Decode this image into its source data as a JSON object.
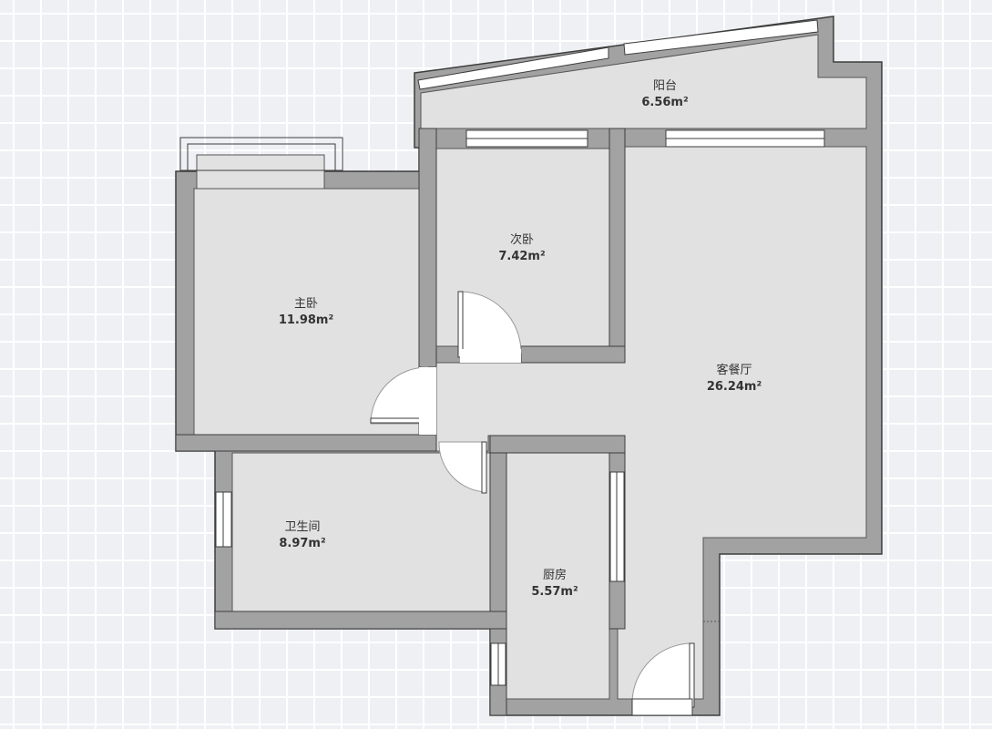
{
  "floorplan": {
    "colors": {
      "background": "#eef0f3",
      "grid": "#ffffff",
      "wall": "#a2a2a2",
      "wall_outline": "#3d3d3d",
      "floor": "#e1e1e1",
      "window": "#ffffff",
      "text": "#333333"
    },
    "rooms": [
      {
        "id": "balcony",
        "name": "阳台",
        "area": "6.56m²"
      },
      {
        "id": "second-bedroom",
        "name": "次卧",
        "area": "7.42m²"
      },
      {
        "id": "master-bedroom",
        "name": "主卧",
        "area": "11.98m²"
      },
      {
        "id": "living-dining",
        "name": "客餐厅",
        "area": "26.24m²"
      },
      {
        "id": "bathroom",
        "name": "卫生间",
        "area": "8.97m²"
      },
      {
        "id": "kitchen",
        "name": "厨房",
        "area": "5.57m²"
      }
    ]
  }
}
